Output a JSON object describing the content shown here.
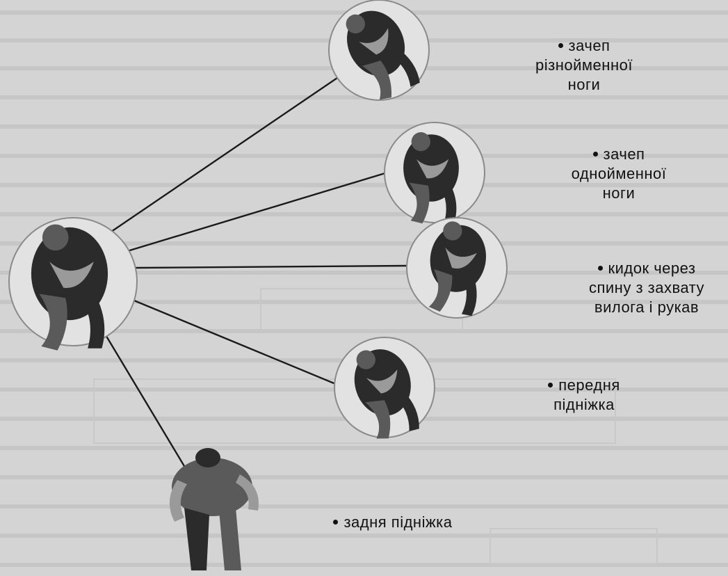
{
  "diagram": {
    "colors": {
      "background": "#d4d4d4",
      "circle_fill": "#e2e2e2",
      "circle_stroke": "#8a8a8a",
      "connector": "#1a1a1a",
      "figure_dark": "#2b2b2b",
      "figure_mid": "#5a5a5a",
      "figure_light": "#9a9a9a",
      "text": "#111111"
    },
    "icons": {
      "center": "judoka-pair-icon",
      "technique": "judoka-throw-icon",
      "bottom": "judoka-standing-icon"
    },
    "center_node": {
      "name": "initial-position"
    },
    "techniques": [
      {
        "name": "technique-zachep-riznoimennoi",
        "label_lines": [
          "зачеп",
          "різнойменної",
          "ноги"
        ]
      },
      {
        "name": "technique-zachep-odnoimennoi",
        "label_lines": [
          "зачеп",
          "однойменної",
          "ноги"
        ]
      },
      {
        "name": "technique-kydok-cherez-spynu",
        "label_lines": [
          "кидок через",
          "спину з захвату",
          "вилога і рукав"
        ]
      },
      {
        "name": "technique-perednia-pidnizhka",
        "label_lines": [
          "передня",
          "підніжка"
        ]
      },
      {
        "name": "technique-zadnia-pidnizhka",
        "label_lines": [
          "задня підніжка"
        ]
      }
    ]
  }
}
